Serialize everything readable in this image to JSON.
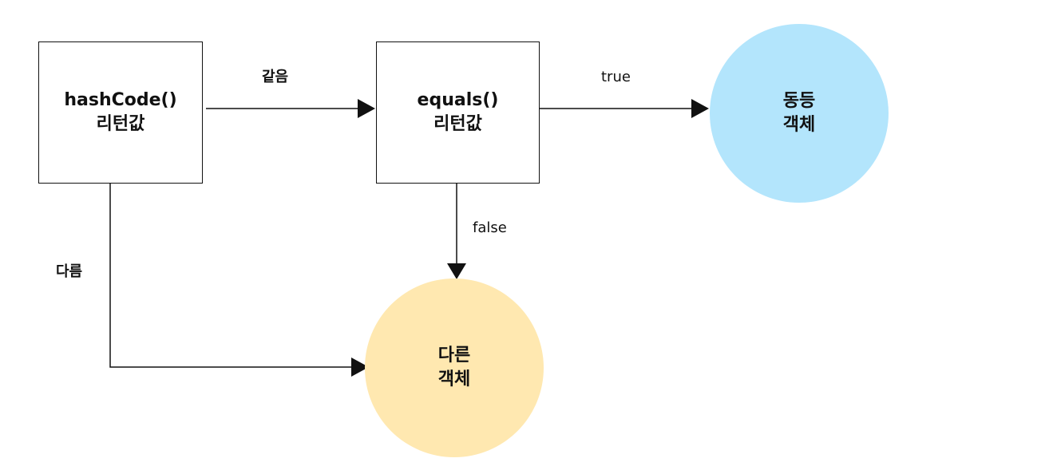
{
  "nodes": {
    "hashcode": {
      "line1": "hashCode()",
      "line2": "리턴값"
    },
    "equals": {
      "line1": "equals()",
      "line2": "리턴값"
    },
    "same_object": {
      "line1": "동등",
      "line2": "객체",
      "fill": "#b3e5fc"
    },
    "different_object": {
      "line1": "다른",
      "line2": "객체",
      "fill": "#ffe8b0"
    }
  },
  "edges": {
    "hash_equal": "같음",
    "equals_true": "true",
    "equals_false": "false",
    "hash_different": "다름"
  }
}
